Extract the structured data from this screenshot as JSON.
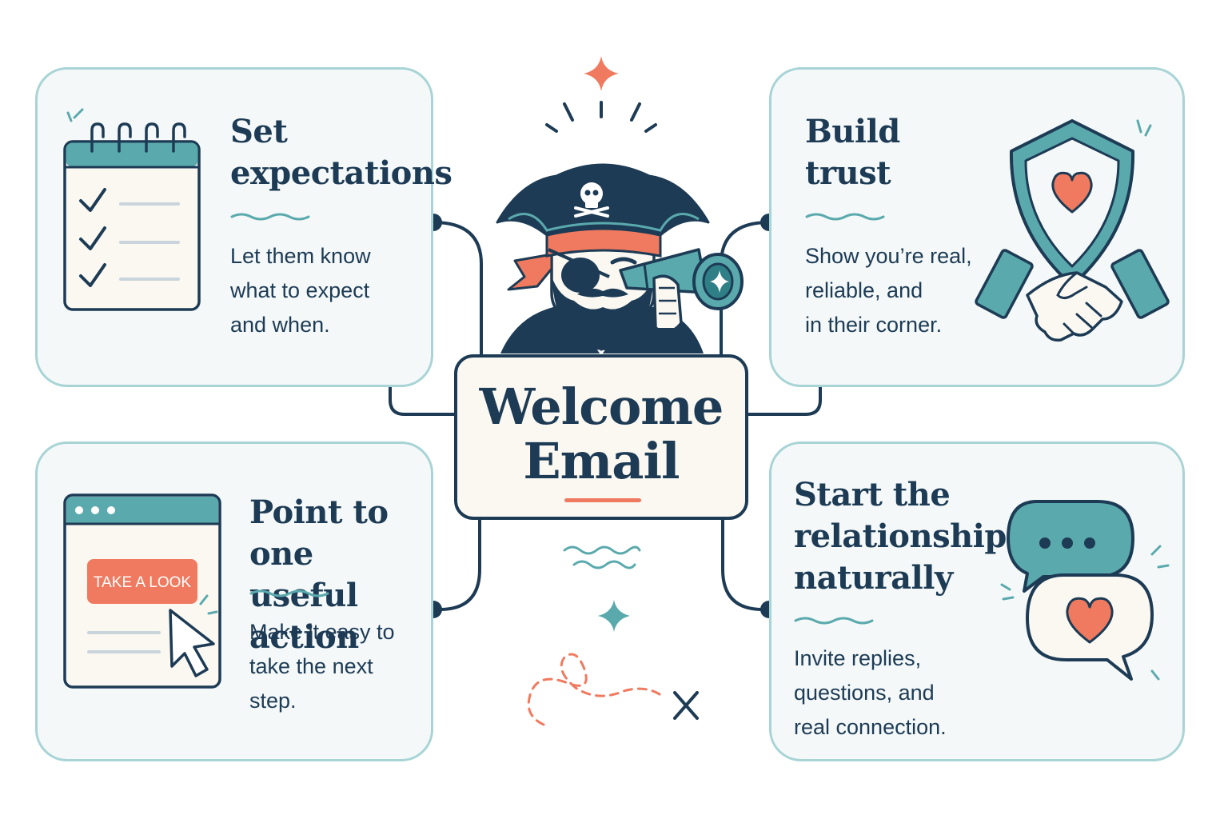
{
  "center": {
    "title_line1": "Welcome",
    "title_line2": "Email"
  },
  "cards": {
    "top_left": {
      "title_line1": "Set",
      "title_line2": "expectations",
      "body_line1": "Let them know",
      "body_line2": "what to expect",
      "body_line3": "and when.",
      "icon": "calendar-checklist-icon"
    },
    "top_right": {
      "title_line1": "Build",
      "title_line2": "trust",
      "body_line1": "Show you’re real,",
      "body_line2": "reliable, and",
      "body_line3": "in their corner.",
      "icon": "shield-handshake-icon"
    },
    "bottom_left": {
      "title_line1": "Point to one",
      "title_line2": "useful action",
      "body_line1": "Make it easy to",
      "body_line2": "take the next",
      "body_line3": "step.",
      "icon": "browser-cta-icon",
      "cta_label": "TAKE A LOOK"
    },
    "bottom_right": {
      "title_line1": "Start the",
      "title_line2": "relationship",
      "title_line3": "naturally",
      "body_line1": "Invite replies,",
      "body_line2": "questions, and",
      "body_line3": "real connection.",
      "icon": "chat-bubbles-icon"
    }
  },
  "colors": {
    "navy": "#1d3b55",
    "teal": "#5aa9ad",
    "light_teal": "#a8d4d6",
    "coral": "#f07a5f",
    "card_bg": "#f4f8f8",
    "cream": "#fbf8f1"
  }
}
